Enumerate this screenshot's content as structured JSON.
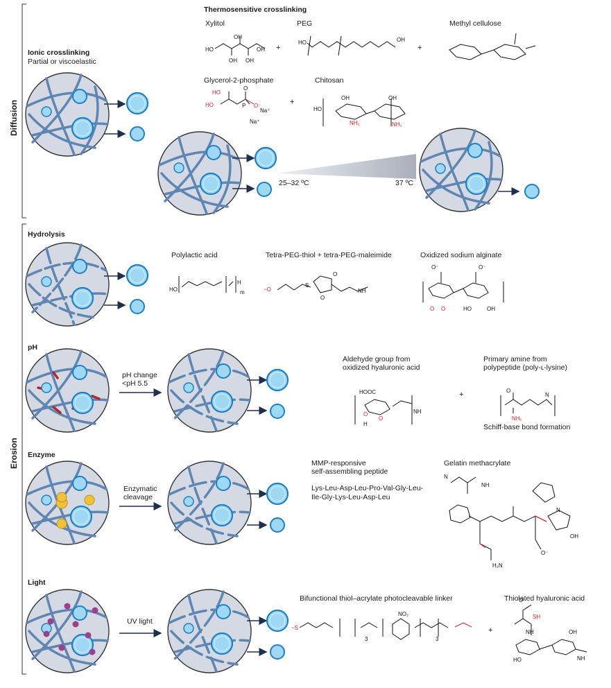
{
  "sections": {
    "diffusion": "Diffusion",
    "erosion": "Erosion"
  },
  "ionic": {
    "title": "Ionic crosslinking",
    "subtitle": "Partial or viscoelastic"
  },
  "thermo": {
    "title": "Thermosensitive crosslinking",
    "xylitol": "Xylitol",
    "peg": "PEG",
    "methylcellulose": "Methyl cellulose",
    "glycerol": "Glycerol-2-phosphate",
    "chitosan": "Chitosan",
    "temp_low": "25–32 ºC",
    "temp_high": "37 ºC"
  },
  "hydrolysis": {
    "title": "Hydrolysis",
    "pla": "Polylactic acid",
    "tetra": "Tetra-PEG-thiol + tetra-PEG-maleimide",
    "alginate": "Oxidized sodium alginate"
  },
  "ph": {
    "title": "pH",
    "arrow": "pH change\n<pH 5.5",
    "arrow_line1": "pH change",
    "arrow_line2": "<pH 5.5",
    "aldehyde_line1": "Aldehyde group from",
    "aldehyde_line2": "oxidized hyaluronic acid",
    "amine_line1": "Primary amine from",
    "amine_line2": "polypeptide (poly-ʟ-lysine)",
    "schiff": "Schiff-base bond formation"
  },
  "enzyme": {
    "title": "Enzyme",
    "arrow_line1": "Enzymatic",
    "arrow_line2": "cleavage",
    "mmp_line1": "MMP-responsive",
    "mmp_line2": "self-assembling peptide",
    "seq_line1": "Lys-Leu-Asp-Leu-Pro-Val-Gly-Leu-",
    "seq_line2": "Ile-Gly-Lys-Leu-Asp-Leu",
    "gelma": "Gelatin methacrylate"
  },
  "light": {
    "title": "Light",
    "arrow": "UV light",
    "linker": "Bifunctional thiol–acrylate photocleavable linker",
    "thiolated": "Thiolated hyaluronic acid"
  },
  "colors": {
    "gel": "#d4d9e3",
    "fiber": "#5f86b3",
    "drug": "#9fd8f5",
    "drug_edge": "#1f7fc3",
    "crosslink_red": "#b3262b",
    "enzyme": "#f2c13b",
    "photo": "#9b3f8f"
  }
}
